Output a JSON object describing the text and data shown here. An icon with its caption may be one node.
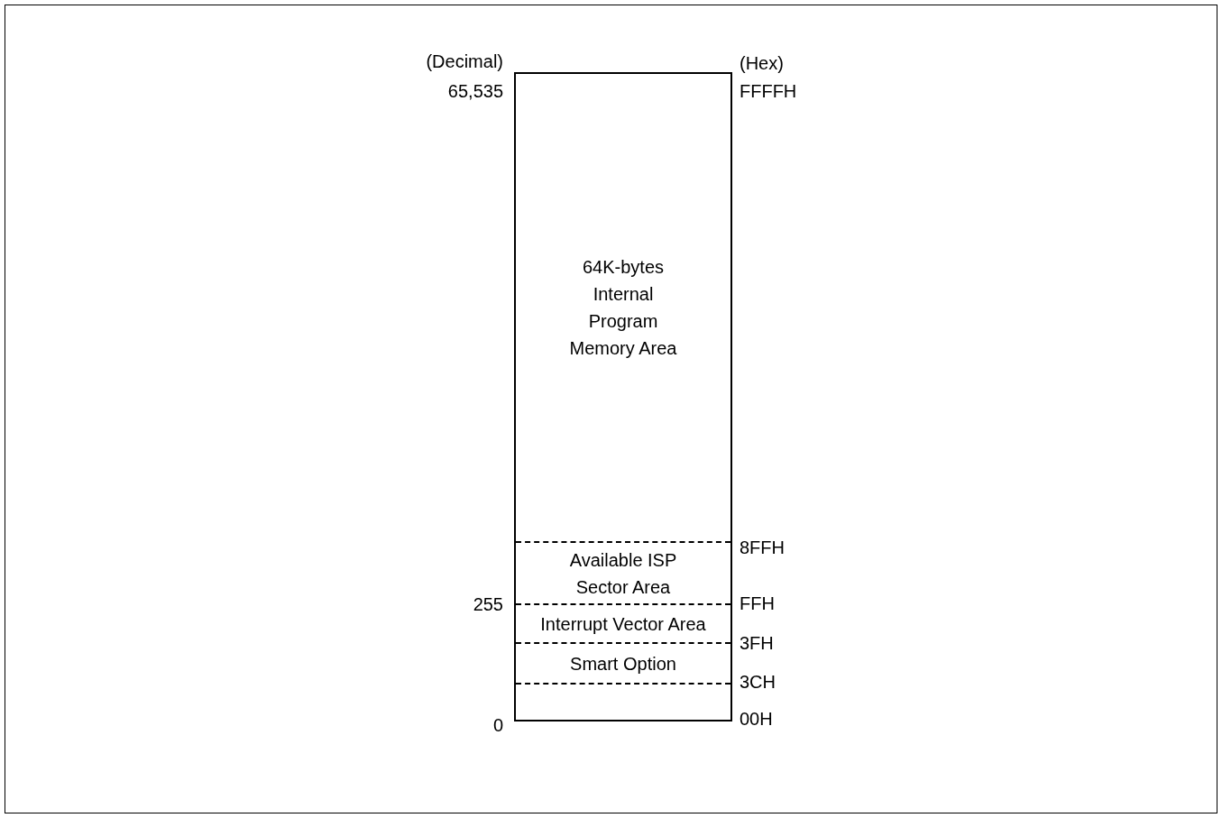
{
  "diagram": {
    "nodes": [
      {
        "text": [
          "64K-bytes Internal Program Memory Area"
        ]
      },
      {
        "text": [
          "Available ISP Sector Area"
        ]
      },
      {
        "text": [
          "Interrupt Vector Area"
        ]
      },
      {
        "text": [
          "Smart Option"
        ]
      },
      {
        "text": [],
        "shape": "box"
      }
    ],
    "labels": [
      "(Decimal)",
      "(Hex)",
      "65,535",
      "FFFFH",
      "8FFH",
      "255",
      "FFH",
      "3FH",
      "3CH",
      "0",
      "00H"
    ]
  }
}
